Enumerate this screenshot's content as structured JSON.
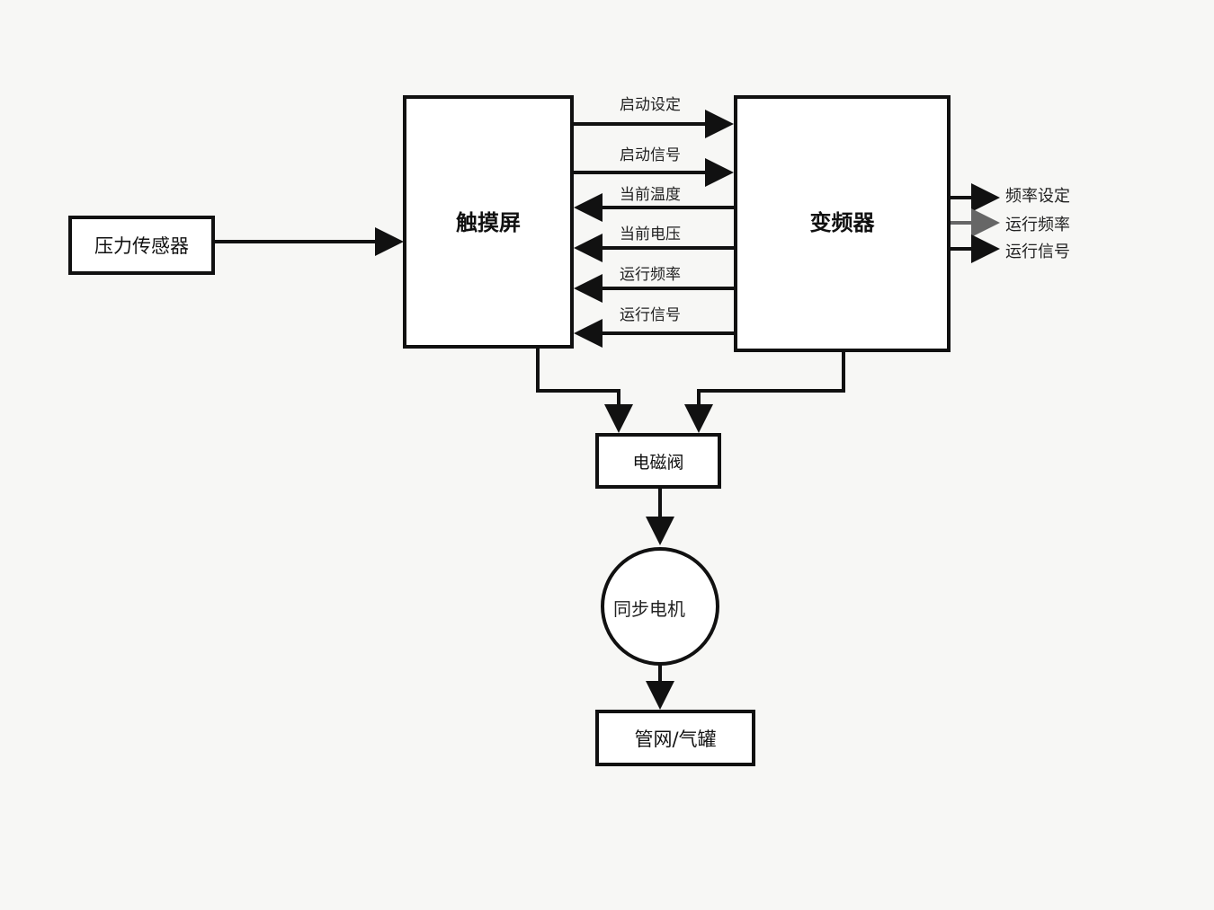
{
  "nodes": {
    "sensor": "压力传感器",
    "touchscreen": "触摸屏",
    "inverter": "变频器",
    "valve": "电磁阀",
    "motor": "同步电机",
    "pipe": "管网/气罐"
  },
  "signals_to_inverter": [
    "启动设定",
    "启动信号"
  ],
  "signals_to_touchscreen": [
    "当前温度",
    "当前电压",
    "运行频率",
    "运行信号"
  ],
  "inverter_outputs": [
    "频率设定",
    "运行频率",
    "运行信号"
  ],
  "colors": {
    "line": "#111111",
    "muted_arrow": "#666666"
  }
}
